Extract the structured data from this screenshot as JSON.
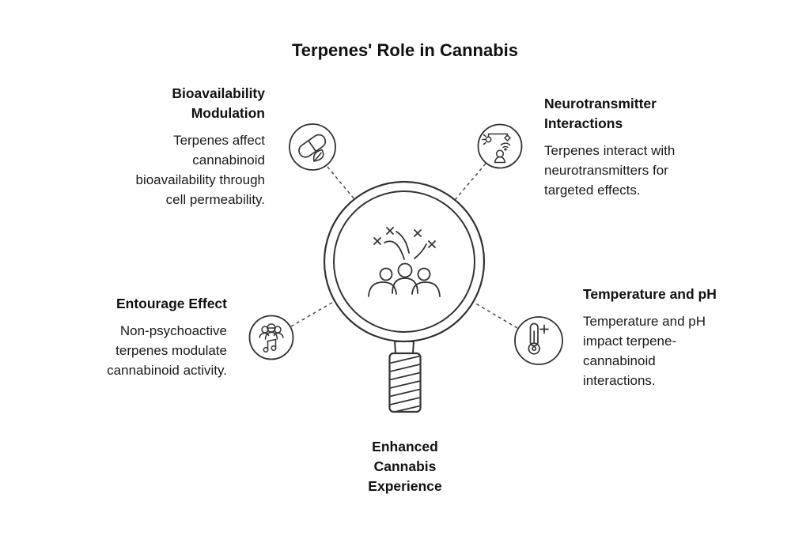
{
  "title": "Terpenes' Role in Cannabis",
  "colors": {
    "background": "#ffffff",
    "line_art": "#333333",
    "dashed_connector": "#4a4a4a",
    "heading_text": "#111111",
    "body_text": "#1a1a1a"
  },
  "center": {
    "illustration": "magnifying-glass-over-people-with-sparks",
    "caption_lines": [
      "Enhanced",
      "Cannabis",
      "Experience"
    ]
  },
  "nodes": [
    {
      "id": "bioavailability-modulation",
      "icon": "pill-leaf-icon",
      "heading_lines": [
        "Bioavailability",
        "Modulation"
      ],
      "body_lines": [
        "Terpenes affect",
        "cannabinoid",
        "bioavailability through",
        "cell permeability."
      ]
    },
    {
      "id": "neurotransmitter-interactions",
      "icon": "lamp-signal-person-icon",
      "heading_lines": [
        "Neurotransmitter",
        "Interactions"
      ],
      "body_lines": [
        "Terpenes interact with",
        "neurotransmitters for",
        "targeted effects."
      ]
    },
    {
      "id": "entourage-effect",
      "icon": "people-music-note-icon",
      "heading_lines": [
        "Entourage Effect"
      ],
      "body_lines": [
        "Non-psychoactive",
        "terpenes modulate",
        "cannabinoid activity."
      ]
    },
    {
      "id": "temperature-and-ph",
      "icon": "thermometer-plus-icon",
      "heading_lines": [
        "Temperature and pH"
      ],
      "body_lines": [
        "Temperature and pH",
        "impact terpene-",
        "cannabinoid",
        "interactions."
      ]
    }
  ]
}
